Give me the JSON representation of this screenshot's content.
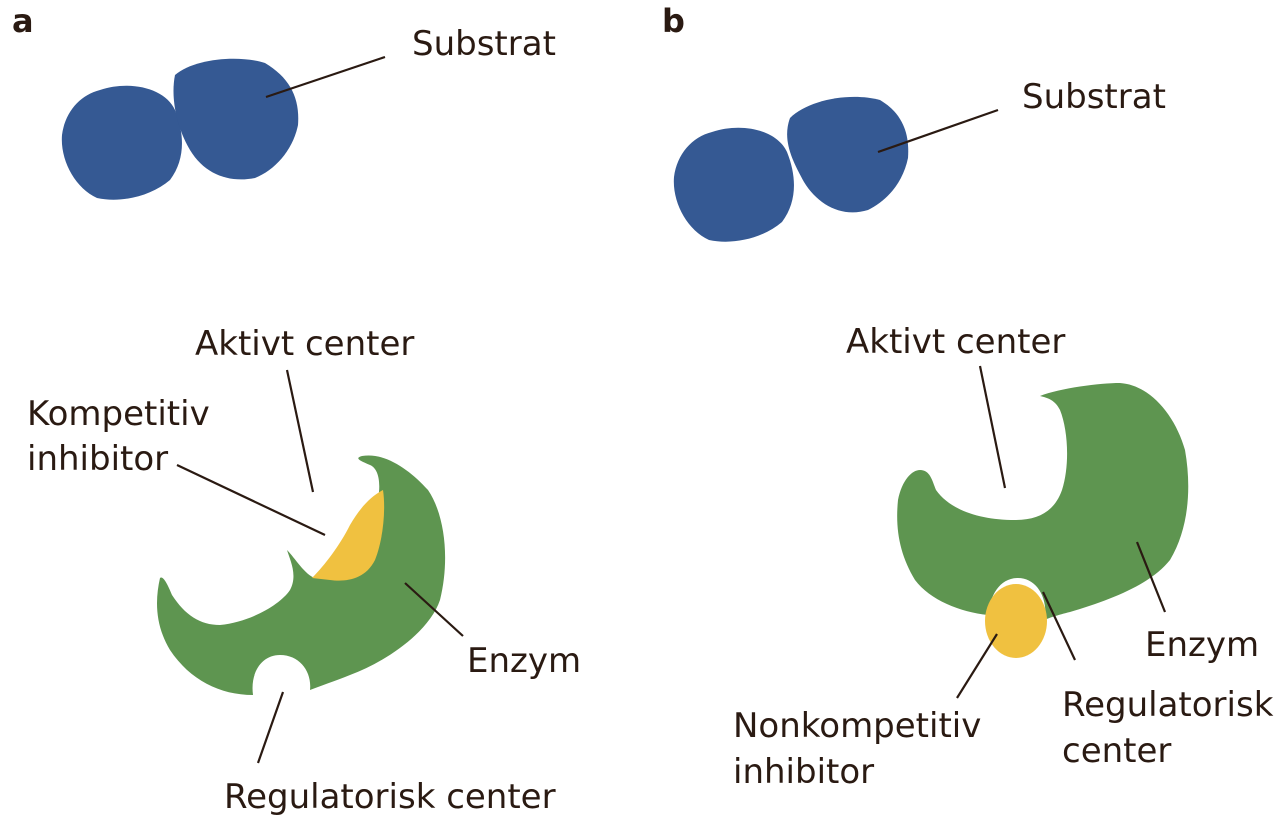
{
  "colors": {
    "substrate": "#355993",
    "enzyme": "#5e9550",
    "inhibitor": "#f0c140",
    "text": "#2a1a12"
  },
  "panel_a": {
    "letter": "a",
    "substrate_label": "Substrat",
    "active_site_label": "Aktivt center",
    "inhibitor_label_line1": "Kompetitiv",
    "inhibitor_label_line2": "inhibitor",
    "enzyme_label": "Enzym",
    "regulatory_label": "Regulatorisk center"
  },
  "panel_b": {
    "letter": "b",
    "substrate_label": "Substrat",
    "active_site_label": "Aktivt center",
    "enzyme_label": "Enzym",
    "regulatory_label_line1": "Regulatorisk",
    "regulatory_label_line2": "center",
    "inhibitor_label_line1": "Nonkompetitiv",
    "inhibitor_label_line2": "inhibitor"
  }
}
